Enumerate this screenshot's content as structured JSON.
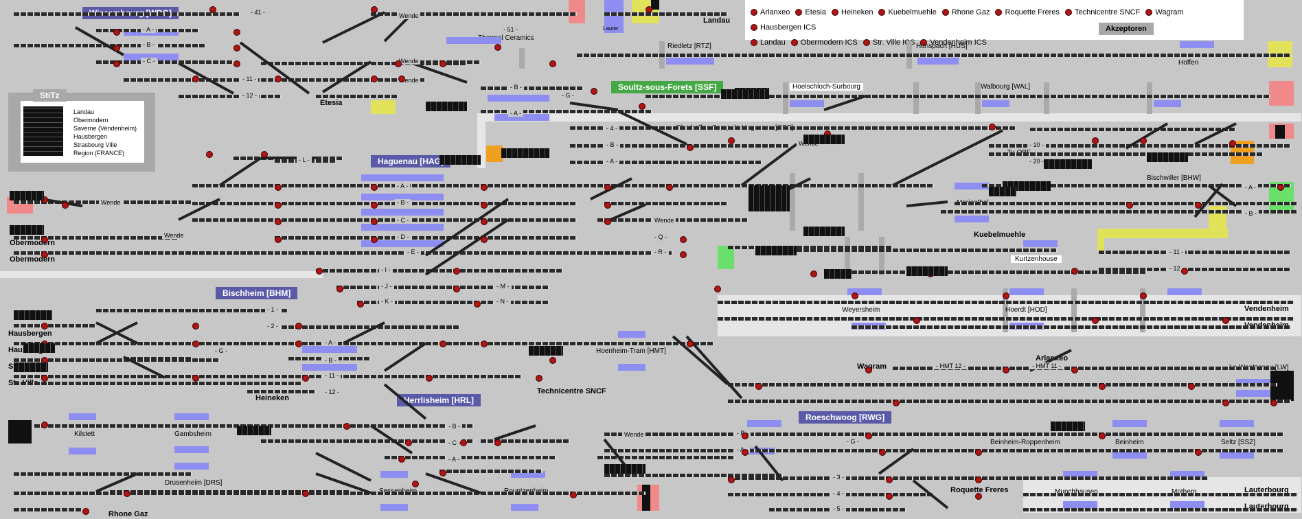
{
  "stations": {
    "wissembourg": "Wissembourg [WBG]",
    "soultz": "Soultz-sous-Forets [SSF]",
    "haguenau": "Haguenau [HAG]",
    "bischheim": "Bischheim [BHM]",
    "herrlisheim": "Herrlisheim [HRL]",
    "roeschwoog": "Roeschwoog [RWG]",
    "stitz": "StiTz"
  },
  "legend_items": [
    "Arlanxeo",
    "Etesia",
    "Heineken",
    "Kuebelmuehle",
    "Rhone Gaz",
    "Roquette Freres",
    "Technicentre SNCF",
    "Wagram",
    "Hausbergen ICS",
    "Landau",
    "Obermodern ICS",
    "Str. Ville ICS",
    "Vendenheim ICS"
  ],
  "accept_button": "Akzeptoren",
  "stitz_routes": [
    "Landau",
    "Obermodern",
    "Saverne (Vendenheim)",
    "Hausbergen",
    "Strasbourg Ville",
    "Region (FRANCE)"
  ],
  "cities": {
    "landau": "Landau",
    "etesia": "Etesia",
    "obermodern1": "Obermodern",
    "obermodern2": "Obermodern",
    "hausbergen1": "Hausbergen",
    "hausbergen2": "Hausbergen",
    "strville1": "Str. Ville",
    "strville2": "Str. Ville",
    "heineken": "Heineken",
    "technicentre": "Technicentre SNCF",
    "wagram": "Wagram",
    "arlanxeo": "Arlanxeo",
    "kuebelmuehle": "Kuebelmuehle",
    "vendenheim1": "Vendenheim",
    "vendenheim2": "Vendenheim",
    "roquette": "Roquette Freres",
    "lauterbourg1": "Lauterbourg",
    "lauterbourg2": "Lauterbourg",
    "rhonegaz": "Rhone Gaz"
  },
  "places": {
    "thermal": "Thermal Ceramics",
    "lauter": "Lauter",
    "riedletz": "Riedletz [RTZ]",
    "hunspach": "Hunspach [HUS]",
    "hoffen": "Hoffen",
    "hoelschloch": "Hoelschloch-Surbourg",
    "walbourg": "Walbourg [WAL]",
    "oberhoffen": "Oberhoffen Camp de Haguenau   [OBF]",
    "zuobf": "Zu OBF",
    "bischwiller": "Bischwiller [BHW]",
    "marienthal": "Marienthal",
    "kurtzenhouse": "Kurtzenhouse",
    "weyersheim": "Weyersheim",
    "hoerdt": "Hoerdt [HOD]",
    "hoenheim": "Hoenheim-Tram [HMT]",
    "lawantzenau": "La Wantzenau [LW]",
    "kilstett": "Kilstett",
    "gambsheim": "Gambsheim",
    "drusenheim": "Drusenheim [DRS]",
    "sessenheim": "Sessenheim",
    "rountzenheim": "Rountzenheim",
    "beinheimrop": "Beinheim-Roppenheim",
    "beinheim": "Beinheim",
    "seltz": "Seltz [SSZ]",
    "munchhausen": "Munchhausen",
    "mothern": "Mothern"
  },
  "track_labels": {
    "wbg_41": "- 41 -",
    "wbg_a": "- A -",
    "wbg_b": "- B -",
    "wbg_c": "- C -",
    "wbg_11": "- 11 -",
    "wbg_12": "- 12 -",
    "wbg_51": "- 51 -",
    "ssf_b": "- B -",
    "ssf_g": "- G -",
    "ssf_a": "- A -",
    "obf_4": "- 4 -",
    "obf_b": "- B -",
    "obf_a": "- A -",
    "obf_10": "- 10 -",
    "obf_20": "- 20 -",
    "hag_l": "- L -",
    "hag_a": "- A -",
    "hag_b": "- B -",
    "hag_c": "- C -",
    "hag_d": "- D -",
    "hag_e": "- E -",
    "hag_i": "- I -",
    "hag_j": "- J -",
    "hag_k": "- K -",
    "hag_q": "- Q -",
    "hag_r": "- R -",
    "hag_m": "- M -",
    "hag_n": "- N -",
    "bhw_a": "- A -",
    "bhw_b": "- B -",
    "bhw_11": "- 11 -",
    "bhw_12": "- 12 -",
    "bhm_1": "- 1 -",
    "bhm_2": "- 2 -",
    "bhm_a": "- A -",
    "bhm_g": "- G -",
    "bhm_b": "- B -",
    "bhm_11": "- 11 -",
    "bhm_12": "- 12 -",
    "hmt12": "- HMT 12 -",
    "hmt11": "- HMT 11 -",
    "hrl_b": "- B -",
    "hrl_c": "- C -",
    "hrl_a": "- A -",
    "rwg_b": "- B -",
    "rwg_g": "- G -",
    "rwg_a": "- A -",
    "rwg_3": "- 3 -",
    "rwg_4": "- 4 -",
    "rwg_5": "- 5 -",
    "wende": "Wende"
  }
}
